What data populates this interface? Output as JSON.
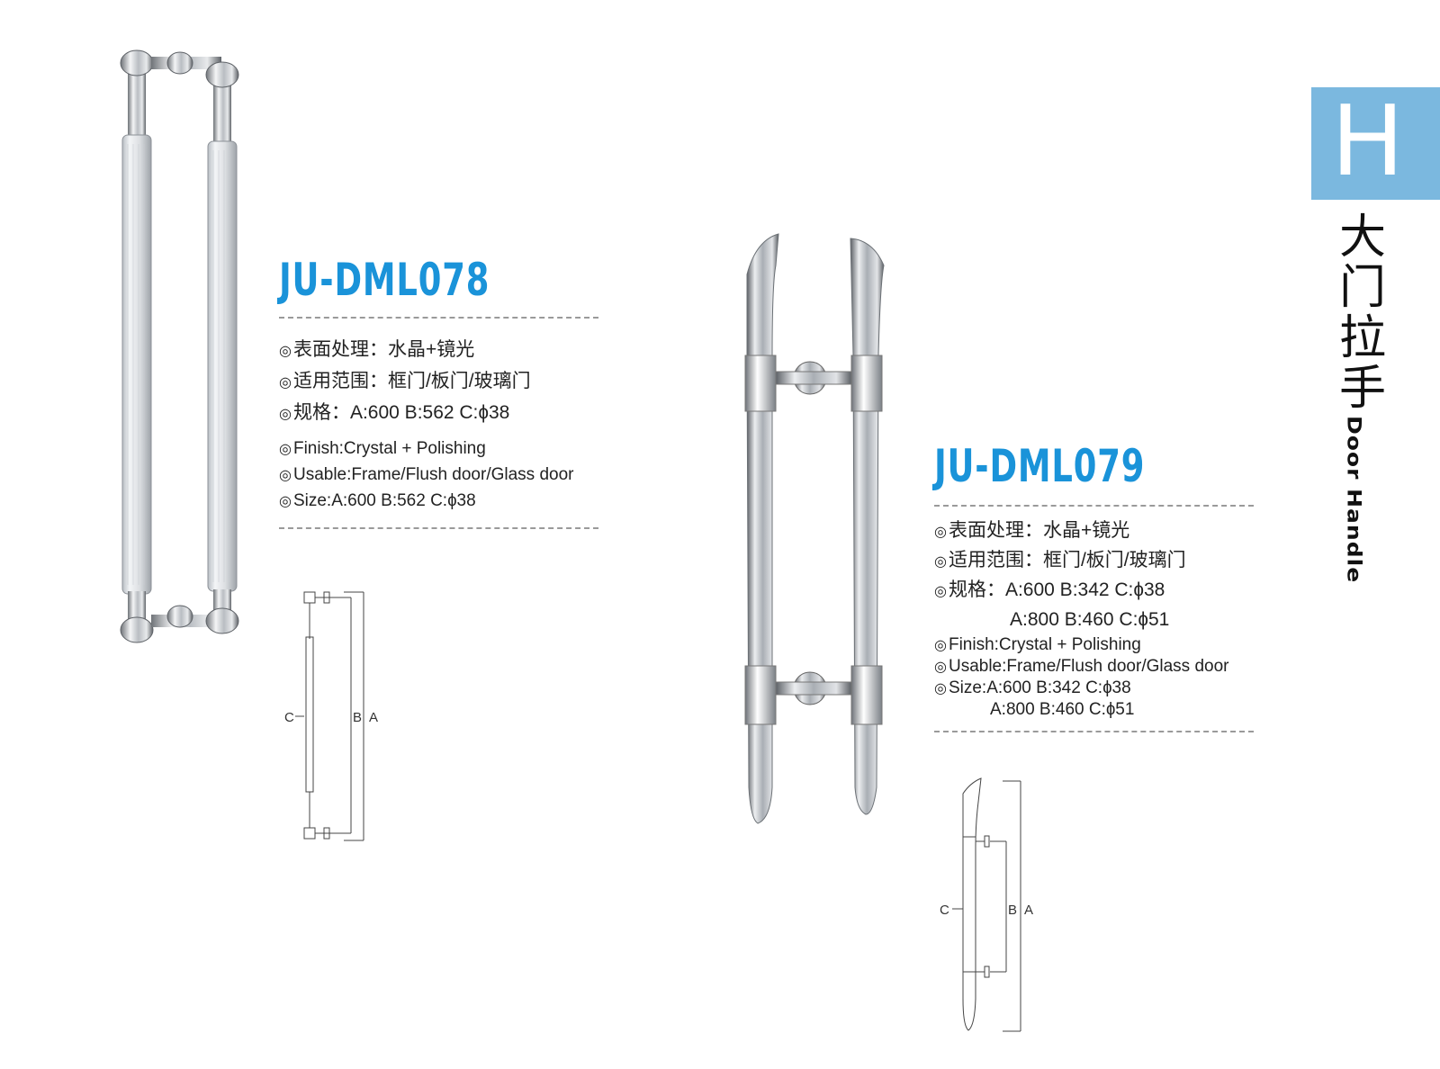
{
  "tab": {
    "letter": "H",
    "title_cn": "大门拉手",
    "title_en": "Door Handle"
  },
  "products": [
    {
      "model": "JU-DML078",
      "cn": {
        "finish": "表面处理：水晶+镜光",
        "usage": "适用范围：框门/板门/玻璃门",
        "size": "规格：A:600  B:562  C:ɸ38"
      },
      "en": {
        "finish": "Finish:Crystal + Polishing",
        "usage": "Usable:Frame/Flush door/Glass door",
        "size": "Size:A:600  B:562  C:ɸ38"
      },
      "diagram": {
        "c": "C",
        "b": "B",
        "a": "A"
      }
    },
    {
      "model": "JU-DML079",
      "cn": {
        "finish": "表面处理：水晶+镜光",
        "usage": "适用范围：框门/板门/玻璃门",
        "size": "规格：A:600  B:342  C:ɸ38",
        "size2": "A:800  B:460  C:ɸ51"
      },
      "en": {
        "finish": "Finish:Crystal + Polishing",
        "usage": "Usable:Frame/Flush door/Glass door",
        "size": "Size:A:600  B:342  C:ɸ38",
        "size2": "A:800  B:460  C:ɸ51"
      },
      "diagram": {
        "c": "C",
        "b": "B",
        "a": "A"
      }
    }
  ],
  "bullet": "◎",
  "colors": {
    "accent": "#1a93d9",
    "tab": "#7bb8df"
  }
}
